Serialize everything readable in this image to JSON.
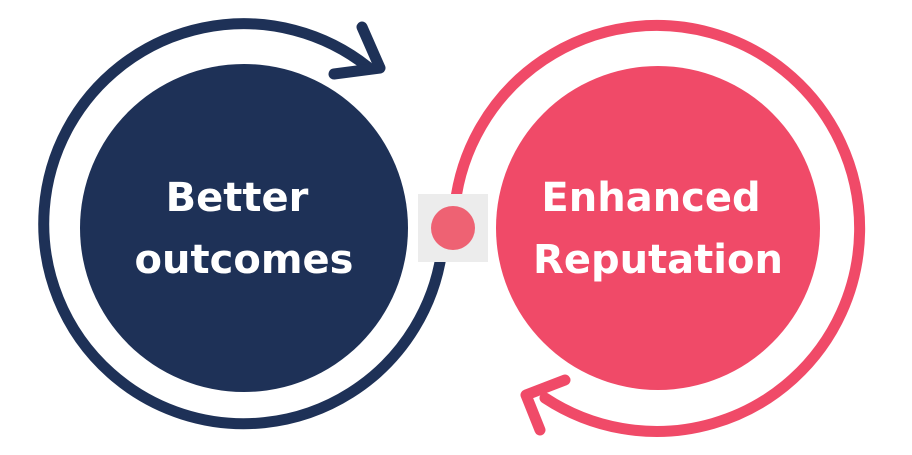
{
  "diagram": {
    "left_node": {
      "line1": "Better",
      "line2": "outcomes",
      "fill_color": "#1e3157",
      "ring_color": "#1e3157"
    },
    "right_node": {
      "line1": "Enhanced",
      "line2": "Reputation",
      "fill_color": "#f04a68",
      "ring_color": "#f04a68"
    },
    "connector": {
      "square_color": "#ececec",
      "dot_color": "#ee6273"
    },
    "icons": [
      "clockwise-arrow-icon",
      "clockwise-arrow-icon"
    ]
  }
}
